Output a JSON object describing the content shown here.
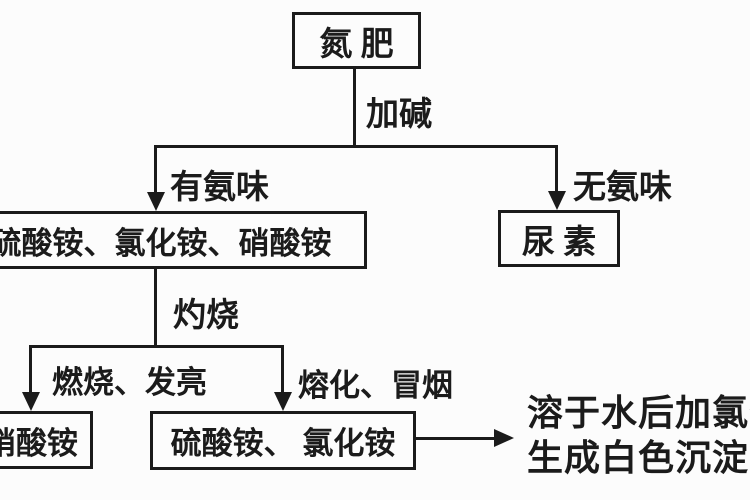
{
  "diagram": {
    "nodes": {
      "root": {
        "label": "氮 肥"
      },
      "ammonium_group": {
        "label": "硫酸铵、氯化铵、硝酸铵"
      },
      "urea": {
        "label": "尿 素"
      },
      "nitrate": {
        "label": "硝酸铵"
      },
      "sulfate_chloride": {
        "label": "硫酸铵、 氯化铵"
      }
    },
    "edges": {
      "add_alkali": {
        "label": "加碱"
      },
      "ammonia_smell": {
        "label": "有氨味"
      },
      "no_ammonia_smell": {
        "label": "无氨味"
      },
      "ignite": {
        "label": "灼烧"
      },
      "burns_bright": {
        "label": "燃烧、发亮"
      },
      "melts_smokes": {
        "label": "熔化、冒烟"
      }
    },
    "result_note": {
      "line1": "溶于水后加氯化",
      "line2": "生成白色沉淀的"
    },
    "colors": {
      "ink": "#1b1b1b",
      "background": "#fcfcfc"
    }
  }
}
